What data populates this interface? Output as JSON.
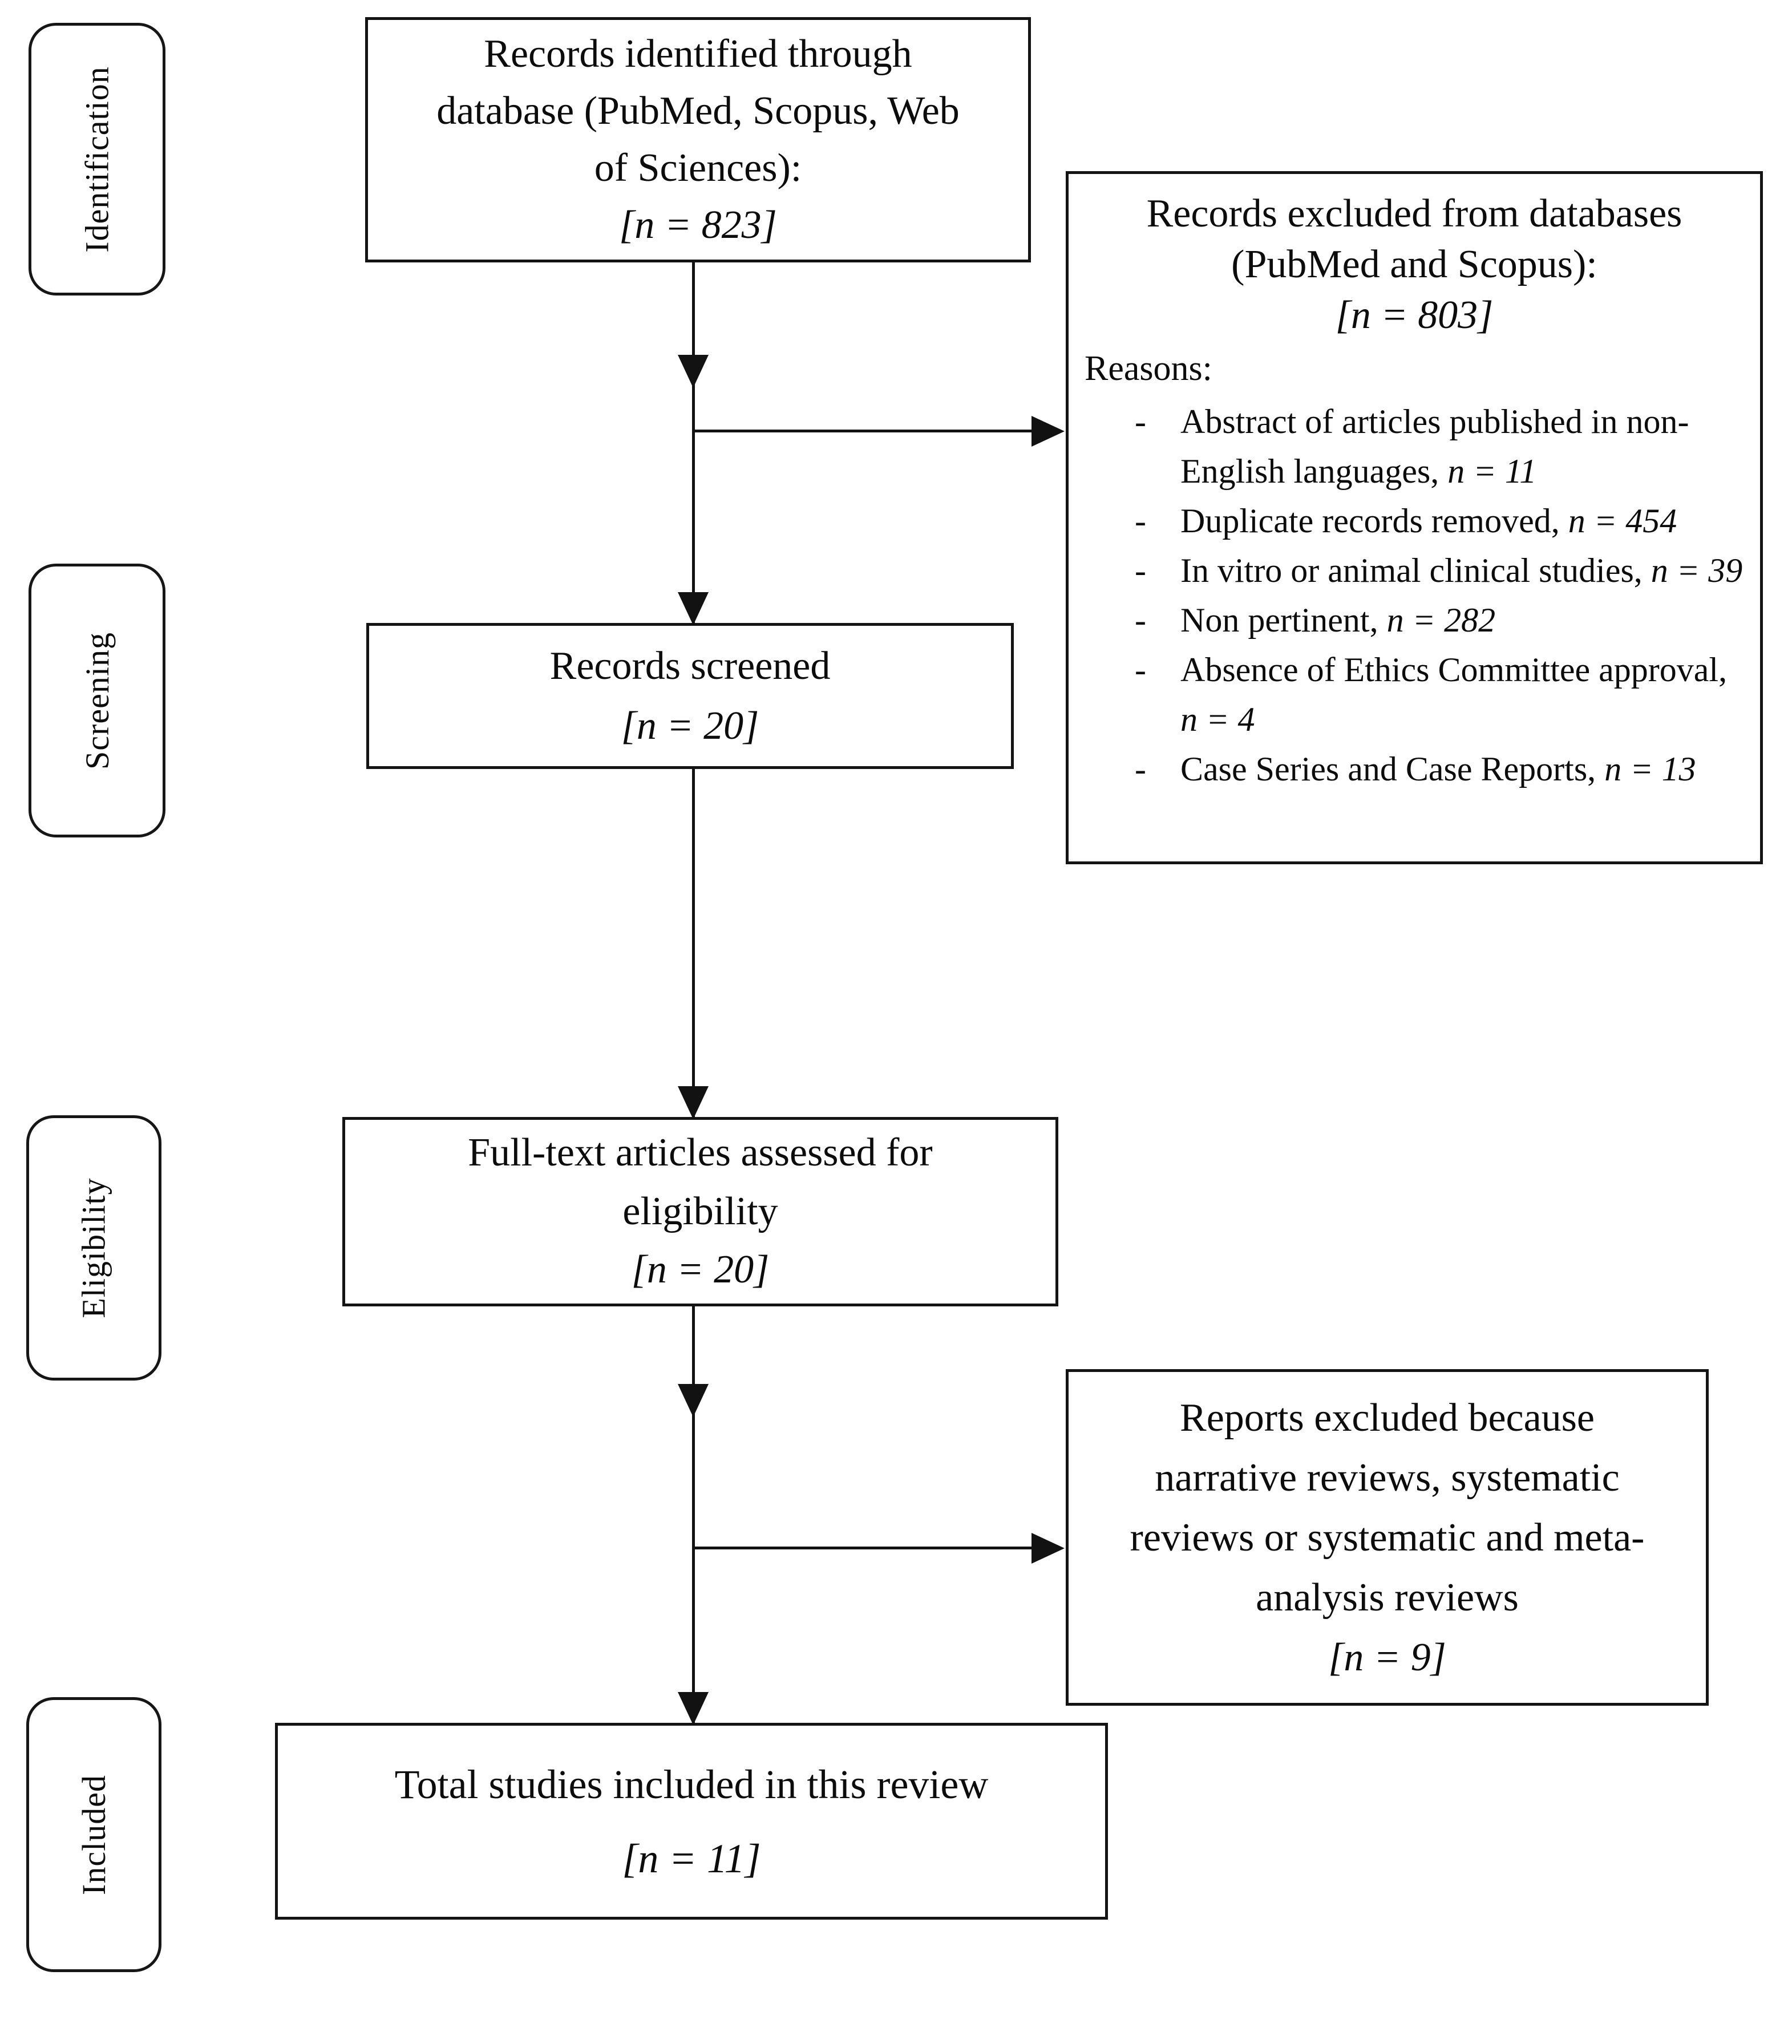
{
  "diagram_title": "PRISMA study selection flow diagram",
  "ink_color": "#121212",
  "background_color": "#ffffff",
  "stage_labels": [
    {
      "id": "identification",
      "label": "Identification"
    },
    {
      "id": "screening",
      "label": "Screening"
    },
    {
      "id": "eligibility",
      "label": "Eligibility"
    },
    {
      "id": "included",
      "label": "Included"
    }
  ],
  "boxes": {
    "identified": {
      "lines": [
        "Records identified through",
        "database (PubMed, Scopus, Web",
        "of Sciences):"
      ],
      "count": "[n = 823]"
    },
    "excluded_db": {
      "title_lines": [
        "Records excluded from databases",
        "(PubMed and Scopus):"
      ],
      "count": "[n = 803]",
      "reasons_label": "Reasons:",
      "bullet_marker": "-",
      "reasons": [
        {
          "text": "Abstract of articles published in non-English languages, ",
          "n": "n = 11"
        },
        {
          "text": "Duplicate records removed, ",
          "n": "n = 454"
        },
        {
          "text": "In vitro or animal clinical studies, ",
          "n": "n = 39"
        },
        {
          "text": "Non pertinent, ",
          "n": "n = 282"
        },
        {
          "text": "Absence of Ethics Committee approval, ",
          "n": "n = 4"
        },
        {
          "text": "Case Series and Case Reports, ",
          "n": "n = 13"
        }
      ]
    },
    "screened": {
      "lines": [
        "Records screened"
      ],
      "count": "[n = 20]"
    },
    "fulltext": {
      "lines": [
        "Full-text articles assessed for",
        "eligibility"
      ],
      "count": "[n = 20]"
    },
    "excluded_reports": {
      "lines": [
        "Reports excluded because",
        "narrative reviews, systematic",
        "reviews or systematic and meta-",
        "analysis reviews"
      ],
      "count": "[n = 9]"
    },
    "included_total": {
      "lines": [
        "Total studies included in this review"
      ],
      "count": "[n = 11]"
    }
  }
}
